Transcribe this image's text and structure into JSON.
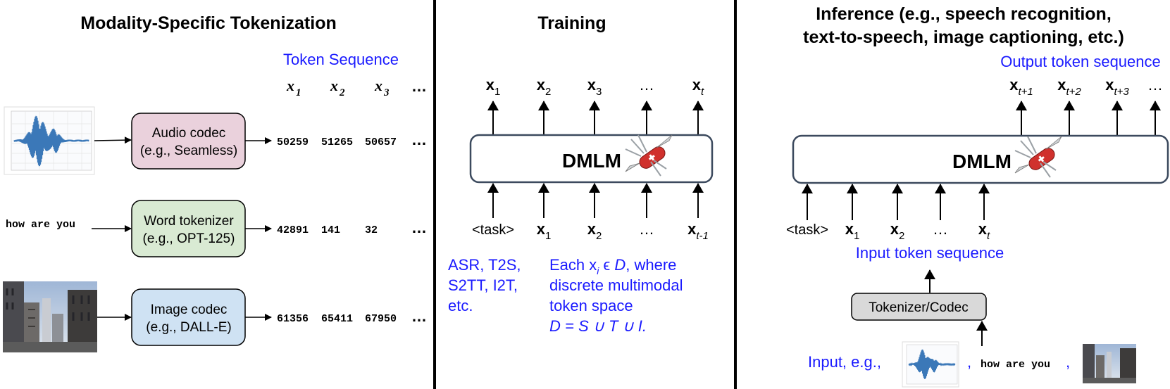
{
  "panels": {
    "tokenization": {
      "title": "Modality-Specific Tokenization",
      "token_sequence_label": "Token Sequence",
      "x_headers": [
        "1",
        "2",
        "3"
      ],
      "ellipsis": "…",
      "rows": [
        {
          "input_kind": "waveform",
          "box_line1": "Audio codec",
          "box_line2": "(e.g., Seamless)",
          "box_color": "#ead1dc",
          "tokens": [
            "50259",
            "51265",
            "50657"
          ]
        },
        {
          "input_kind": "text",
          "input_text": "how are you",
          "box_line1": "Word tokenizer",
          "box_line2": "(e.g., OPT-125)",
          "box_color": "#d9ead3",
          "tokens": [
            "42891",
            "141",
            "32"
          ]
        },
        {
          "input_kind": "photo",
          "box_line1": "Image codec",
          "box_line2": "(e.g., DALL-E)",
          "box_color": "#cfe2f3",
          "tokens": [
            "61356",
            "65411",
            "67950"
          ]
        }
      ]
    },
    "training": {
      "title": "Training",
      "model_name": "DMLM",
      "outputs": [
        {
          "base": "x",
          "sub": "1"
        },
        {
          "base": "x",
          "sub": "2"
        },
        {
          "base": "x",
          "sub": "3"
        },
        {
          "base": "…",
          "sub": ""
        },
        {
          "base": "x",
          "sub": "t"
        }
      ],
      "inputs": [
        {
          "base": "<task>",
          "sub": ""
        },
        {
          "base": "x",
          "sub": "1"
        },
        {
          "base": "x",
          "sub": "2"
        },
        {
          "base": "…",
          "sub": ""
        },
        {
          "base": "x",
          "sub": "t-1"
        }
      ],
      "tasks_lines": [
        "ASR, T2S,",
        "S2TT, I2T,",
        "etc."
      ],
      "desc_lines": [
        "Each x",
        "i",
        " ϵ ",
        "D",
        ", where",
        "discrete multimodal",
        "token space",
        "D = S ∪ T ∪ I."
      ]
    },
    "inference": {
      "title_line1": "Inference (e.g., speech recognition,",
      "title_line2": "text-to-speech, image captioning, etc.)",
      "output_label": "Output token sequence",
      "model_name": "DMLM",
      "outputs": [
        {
          "base": "x",
          "sub": "t+1"
        },
        {
          "base": "x",
          "sub": "t+2"
        },
        {
          "base": "x",
          "sub": "t+3"
        },
        {
          "base": "…",
          "sub": ""
        }
      ],
      "inputs": [
        {
          "base": "<task>",
          "sub": ""
        },
        {
          "base": "x",
          "sub": "1"
        },
        {
          "base": "x",
          "sub": "2"
        },
        {
          "base": "…",
          "sub": ""
        },
        {
          "base": "x",
          "sub": "t"
        }
      ],
      "input_label": "Input token sequence",
      "tokenizer_label": "Tokenizer/Codec",
      "input_eg": "Input, e.g.,",
      "input_text": "how are you",
      "comma": ","
    }
  },
  "colors": {
    "blue_text": "#1a1aff",
    "box_border": "#3c4a5e",
    "tokenizer_fill": "#d9d9d9",
    "divider": "#000000"
  }
}
